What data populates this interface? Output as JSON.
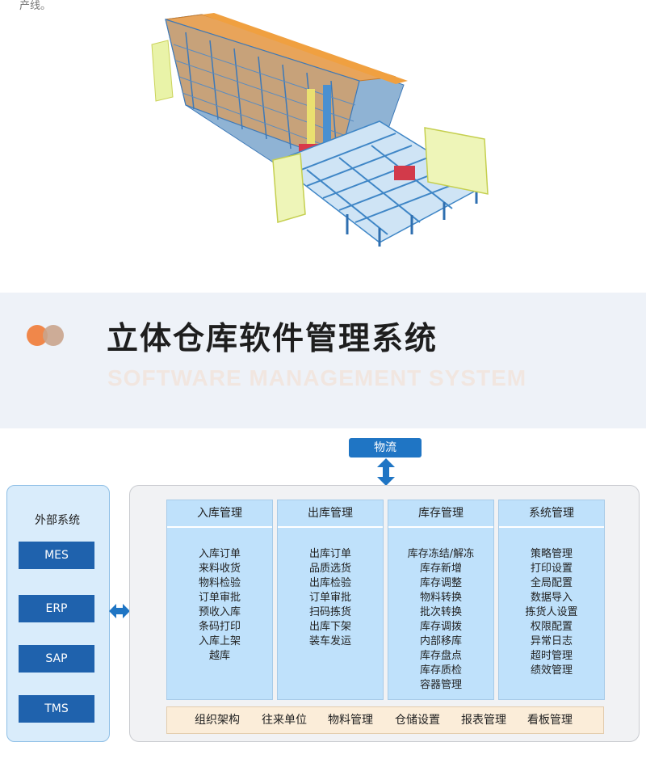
{
  "hero": {
    "caption": "产线。"
  },
  "title_band": {
    "title": "立体仓库软件管理系统",
    "subtitle": "SOFTWARE MANAGEMENT SYSTEM"
  },
  "diagram": {
    "flow_label": "物流",
    "external": {
      "title": "外部系统",
      "systems": [
        "MES",
        "ERP",
        "SAP",
        "TMS"
      ]
    },
    "modules": [
      {
        "title": "入库管理",
        "items": [
          "入库订单",
          "来料收货",
          "物料检验",
          "订单审批",
          "预收入库",
          "条码打印",
          "入库上架",
          "越库"
        ]
      },
      {
        "title": "出库管理",
        "items": [
          "出库订单",
          "品质选货",
          "出库检验",
          "订单审批",
          "扫码拣货",
          "出库下架",
          "装车发运"
        ]
      },
      {
        "title": "库存管理",
        "items": [
          "库存冻结/解冻",
          "库存新增",
          "库存调整",
          "物料转换",
          "批次转换",
          "库存调拨",
          "内部移库",
          "库存盘点",
          "库存质检",
          "容器管理"
        ]
      },
      {
        "title": "系统管理",
        "items": [
          "策略管理",
          "打印设置",
          "全局配置",
          "数据导入",
          "拣货人设置",
          "权限配置",
          "异常日志",
          "超时管理",
          "绩效管理"
        ]
      }
    ],
    "base_items": [
      "组织架构",
      "往来单位",
      "物料管理",
      "仓储设置",
      "报表管理",
      "看板管理"
    ]
  },
  "colors": {
    "accent_blue": "#1f75c4",
    "dark_blue": "#1f62ad",
    "column_blue": "#bfe1fb",
    "base_bar": "#fbedd9",
    "dot_orange": "#f0874a"
  }
}
